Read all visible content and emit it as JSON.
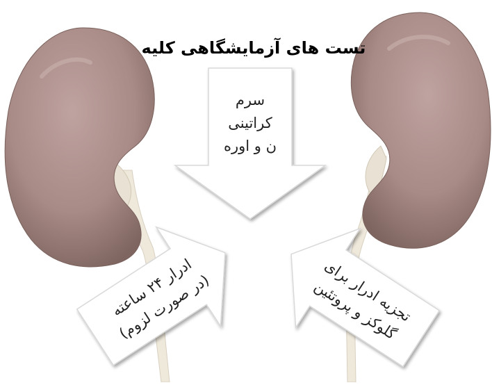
{
  "diagram": {
    "title": "تست های آزمایشگاهی کلیه",
    "arrows": [
      {
        "id": "top",
        "lines": [
          "سرم",
          "کراتینی",
          "ن و اوره"
        ]
      },
      {
        "id": "left",
        "lines": [
          "ادرار ۲۴ ساعته",
          "(در صورت لزوم)"
        ]
      },
      {
        "id": "right",
        "lines": [
          "تجزیه ادرار برای",
          "گلوکز و پروتئین"
        ]
      }
    ]
  },
  "colors": {
    "kidney": "#a88a86",
    "kidney_shadow": "#7e6560",
    "ureter": "#efe9dc",
    "arrow_fill": "#ffffff",
    "arrow_edge": "#d9d9d9"
  }
}
